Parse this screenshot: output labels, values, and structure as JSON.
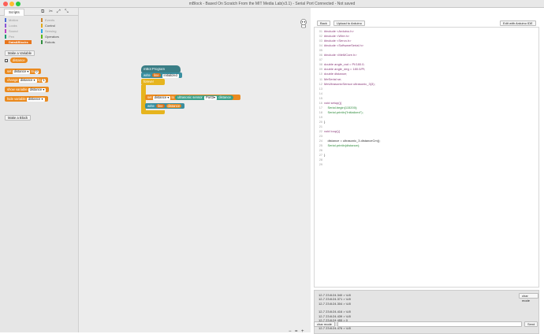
{
  "window": {
    "title": "mBlock - Based On Scratch From the MIT Media Lab(v3.1) - Serial Port Connected - Not saved"
  },
  "palette": {
    "tab": "Scripts",
    "categories_left": [
      "Motion",
      "Looks",
      "Sound",
      "Pen",
      "Data&Blocks"
    ],
    "categories_right": [
      "Events",
      "Control",
      "Sensing",
      "Operators",
      "Robots"
    ],
    "make_variable": "Make a Variable",
    "variable": "distance",
    "blocks": {
      "set": "set",
      "set_to": "to",
      "set_val": "0",
      "change": "change",
      "change_by": "by",
      "change_val": "1",
      "show": "show variable",
      "hide": "hide variable"
    },
    "make_block": "Make a Block"
  },
  "canvas": {
    "program": "mBot Program",
    "write": "write",
    "line": "line",
    "initialized": "initialized",
    "forever": "forever",
    "set": "set",
    "var": "distance",
    "to": "to",
    "ultrasonic": "ultrasonic sensor",
    "port": "Port3",
    "distance_text": "distance",
    "write2": "write",
    "line2": "line",
    "var2": "distance",
    "zoom": [
      "−",
      "=",
      "+"
    ]
  },
  "right": {
    "back": "Back",
    "upload": "Upload to Arduino",
    "edit": "Edit with Arduino IDE",
    "code": [
      "#include <Arduino.h>",
      "#include <Wire.h>",
      "#include <Servo.h>",
      "#include <SoftwareSerial.h>",
      "",
      "#include <MeMCore.h>",
      "",
      "double angle_rad = PI/180.0;",
      "double angle_deg = 180.0/PI;",
      "double distance;",
      "MeSerial se;",
      "MeUltrasonicSensor ultrasonic_3(3);",
      "",
      "",
      "",
      "void setup(){",
      "    Serial.begin(115200);",
      "    Serial.println(\"initialized\");",
      "",
      "}",
      "",
      "void loop(){",
      "",
      "    distance = ultrasonic_3.distanceCm();",
      "    Serial.println(distance);",
      "",
      "}",
      "",
      ""
    ],
    "serial": [
      "12-7 23:8:24.340 > \\U0",
      "12-7 23:8:24.371 > \\U0",
      "12-7 23:8:24.304 > \\U0",
      "",
      "12-7 23:8:24.416 > \\U0",
      "12-7 23:8:24.439 > \\U0",
      "12-7 23:8:24.455 > 0",
      "",
      "12-7 23:8:24.476 > \\U0"
    ],
    "char_mode_top": "char mode",
    "char_mode": "char mode",
    "send": "Send"
  }
}
